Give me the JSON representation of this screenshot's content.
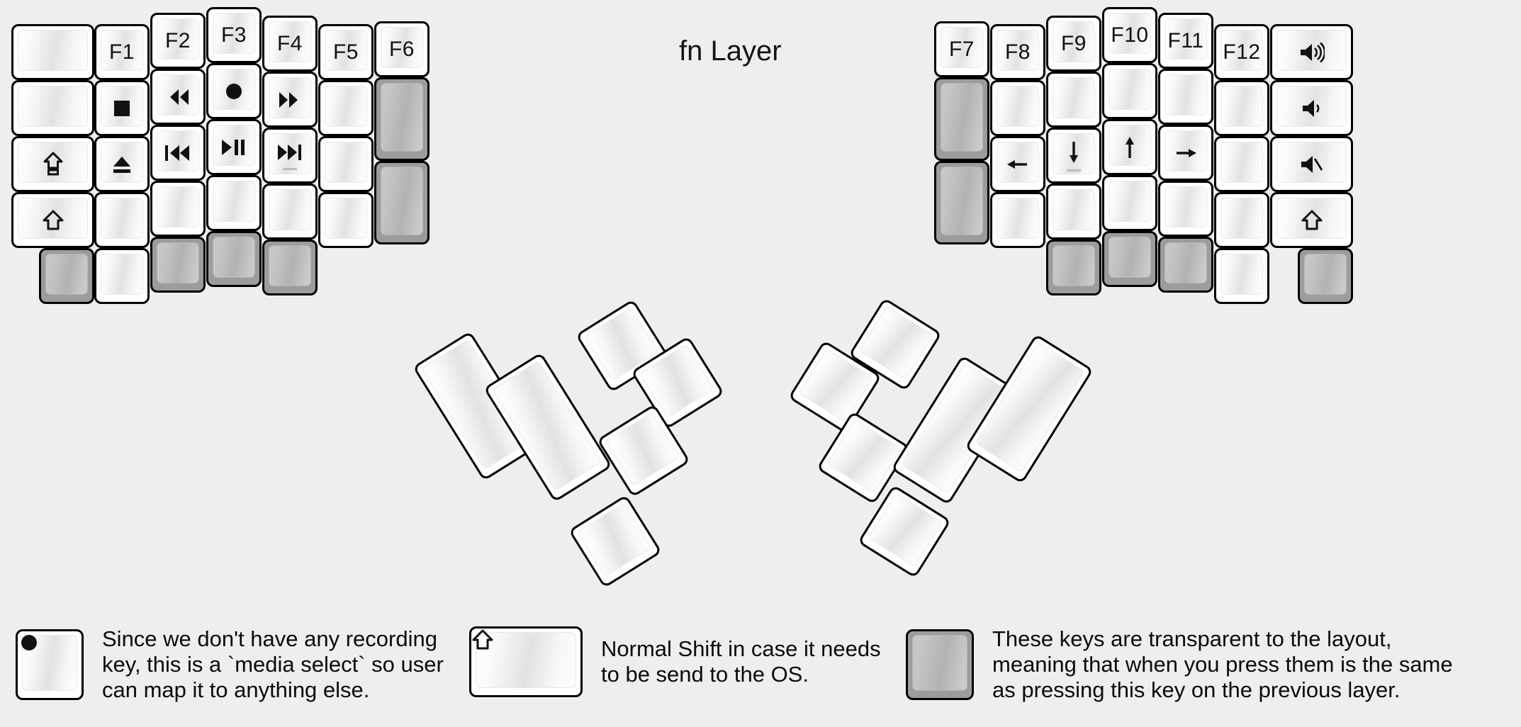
{
  "title": "fn Layer",
  "colors": {
    "background": "#eeeeee",
    "key_face": "#ffffff",
    "key_outline": "#000000",
    "transparent_key": "#9c9c9c",
    "text": "#111111"
  },
  "left_half": {
    "columns": [
      {
        "name": "col-pinky-outer",
        "keys": [
          {
            "label": "",
            "type": "blank"
          },
          {
            "label": "",
            "type": "blank"
          },
          {
            "label": "⇧",
            "type": "caps-lock",
            "icon": "caps-lock-icon"
          },
          {
            "label": "⇧",
            "type": "shift",
            "icon": "shift-icon"
          },
          {
            "label": "",
            "type": "transparent"
          }
        ]
      },
      {
        "name": "col-pinky",
        "keys": [
          {
            "label": "F1",
            "type": "fkey"
          },
          {
            "label": "■",
            "type": "media-stop",
            "icon": "stop-icon"
          },
          {
            "label": "⏏",
            "type": "media-eject",
            "icon": "eject-icon"
          },
          {
            "label": "",
            "type": "blank"
          },
          {
            "label": "",
            "type": "blank"
          }
        ]
      },
      {
        "name": "col-ring",
        "keys": [
          {
            "label": "F2",
            "type": "fkey"
          },
          {
            "label": "◀◀",
            "type": "media-rewind",
            "icon": "rewind-icon"
          },
          {
            "label": "|◀◀",
            "type": "media-prev-track",
            "icon": "previous-track-icon"
          },
          {
            "label": "",
            "type": "blank"
          },
          {
            "label": "",
            "type": "transparent"
          }
        ]
      },
      {
        "name": "col-middle",
        "keys": [
          {
            "label": "F3",
            "type": "fkey"
          },
          {
            "label": "●",
            "type": "media-select",
            "icon": "record-icon"
          },
          {
            "label": "▶||",
            "type": "media-play-pause",
            "icon": "play-pause-icon"
          },
          {
            "label": "",
            "type": "blank"
          },
          {
            "label": "",
            "type": "transparent"
          }
        ]
      },
      {
        "name": "col-index",
        "keys": [
          {
            "label": "F4",
            "type": "fkey"
          },
          {
            "label": "▶▶",
            "type": "media-fast-forward",
            "icon": "fast-forward-icon"
          },
          {
            "label": "▶▶|",
            "type": "media-next-track",
            "icon": "next-track-icon",
            "subbar": true
          },
          {
            "label": "",
            "type": "blank"
          },
          {
            "label": "",
            "type": "transparent"
          }
        ]
      },
      {
        "name": "col-inner",
        "keys": [
          {
            "label": "F5",
            "type": "fkey"
          },
          {
            "label": "",
            "type": "blank"
          },
          {
            "label": "",
            "type": "blank"
          },
          {
            "label": "",
            "type": "blank"
          }
        ]
      },
      {
        "name": "col-innermost",
        "keys": [
          {
            "label": "F6",
            "type": "fkey"
          },
          {
            "label": "",
            "type": "transparent",
            "tall": true
          },
          {
            "label": "",
            "type": "transparent",
            "tall": true
          }
        ]
      }
    ]
  },
  "right_half": {
    "columns": [
      {
        "name": "col-innermost",
        "keys": [
          {
            "label": "F7",
            "type": "fkey"
          },
          {
            "label": "",
            "type": "transparent",
            "tall": true
          },
          {
            "label": "",
            "type": "transparent",
            "tall": true
          }
        ]
      },
      {
        "name": "col-inner",
        "keys": [
          {
            "label": "F8",
            "type": "fkey"
          },
          {
            "label": "",
            "type": "blank"
          },
          {
            "label": "←",
            "type": "arrow-left",
            "icon": "arrow-left-icon"
          },
          {
            "label": "",
            "type": "blank"
          }
        ]
      },
      {
        "name": "col-index",
        "keys": [
          {
            "label": "F9",
            "type": "fkey"
          },
          {
            "label": "",
            "type": "blank"
          },
          {
            "label": "↓",
            "type": "arrow-down",
            "icon": "arrow-down-icon",
            "subbar": true
          },
          {
            "label": "",
            "type": "blank"
          },
          {
            "label": "",
            "type": "transparent"
          }
        ]
      },
      {
        "name": "col-middle",
        "keys": [
          {
            "label": "F10",
            "type": "fkey"
          },
          {
            "label": "",
            "type": "blank"
          },
          {
            "label": "↑",
            "type": "arrow-up",
            "icon": "arrow-up-icon"
          },
          {
            "label": "",
            "type": "blank"
          },
          {
            "label": "",
            "type": "transparent"
          }
        ]
      },
      {
        "name": "col-ring",
        "keys": [
          {
            "label": "F11",
            "type": "fkey"
          },
          {
            "label": "",
            "type": "blank"
          },
          {
            "label": "→",
            "type": "arrow-right",
            "icon": "arrow-right-icon"
          },
          {
            "label": "",
            "type": "blank"
          },
          {
            "label": "",
            "type": "transparent"
          }
        ]
      },
      {
        "name": "col-pinky",
        "keys": [
          {
            "label": "F12",
            "type": "fkey"
          },
          {
            "label": "",
            "type": "blank"
          },
          {
            "label": "",
            "type": "blank"
          },
          {
            "label": "",
            "type": "blank"
          },
          {
            "label": "",
            "type": "blank"
          }
        ]
      },
      {
        "name": "col-pinky-outer",
        "keys": [
          {
            "label": "🔊",
            "type": "volume-up",
            "icon": "volume-up-icon"
          },
          {
            "label": "🔉",
            "type": "volume-down",
            "icon": "volume-down-icon"
          },
          {
            "label": "🔇",
            "type": "volume-mute",
            "icon": "volume-mute-icon"
          },
          {
            "label": "⇧",
            "type": "shift",
            "icon": "shift-icon"
          },
          {
            "label": "",
            "type": "transparent"
          }
        ]
      }
    ]
  },
  "left_thumb_cluster": {
    "name": "left-thumb-cluster",
    "keys": [
      {
        "label": "",
        "type": "blank",
        "size": "large"
      },
      {
        "label": "",
        "type": "blank",
        "size": "large"
      },
      {
        "label": "",
        "type": "blank",
        "size": "small"
      },
      {
        "label": "",
        "type": "blank",
        "size": "small"
      },
      {
        "label": "",
        "type": "blank",
        "size": "small"
      },
      {
        "label": "",
        "type": "blank",
        "size": "small"
      }
    ]
  },
  "right_thumb_cluster": {
    "name": "right-thumb-cluster",
    "keys": [
      {
        "label": "",
        "type": "blank",
        "size": "small"
      },
      {
        "label": "",
        "type": "blank",
        "size": "small"
      },
      {
        "label": "",
        "type": "blank",
        "size": "small"
      },
      {
        "label": "",
        "type": "blank",
        "size": "small"
      },
      {
        "label": "",
        "type": "blank",
        "size": "large"
      },
      {
        "label": "",
        "type": "blank",
        "size": "large"
      }
    ]
  },
  "legend": {
    "items": [
      {
        "key_icon": "record-icon",
        "key_glyph": "●",
        "key_style": "white",
        "text": "Since we don't have any recording\nkey, this is a `media select` so user\ncan map it to anything else."
      },
      {
        "key_icon": "shift-icon",
        "key_glyph": "⇧",
        "key_style": "white",
        "text": "Normal Shift in case it needs\nto be send to the OS."
      },
      {
        "key_icon": "transparent-key-icon",
        "key_glyph": "",
        "key_style": "transparent",
        "text": "These keys are transparent to the layout,\nmeaning that when you press them is the same\nas pressing this key on the previous layer."
      }
    ]
  }
}
